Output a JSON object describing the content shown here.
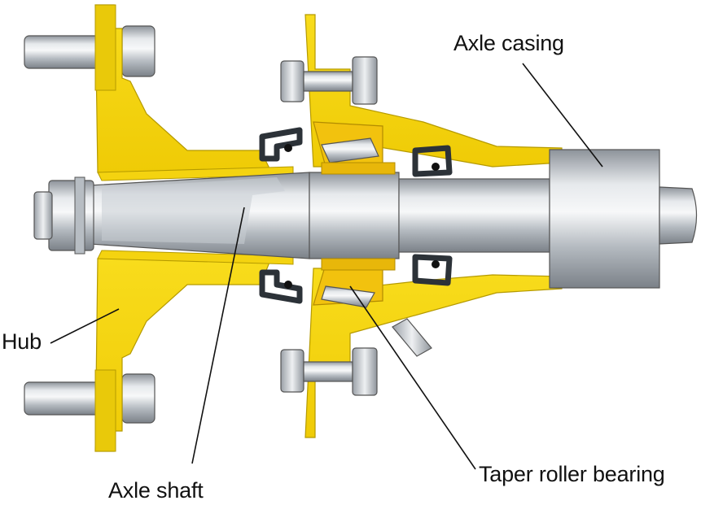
{
  "labels": {
    "axle_casing": "Axle casing",
    "hub": "Hub",
    "axle_shaft": "Axle shaft",
    "taper_roller_bearing": "Taper roller bearing"
  },
  "colors": {
    "hub_yellow": "#f6d70e",
    "hub_edge": "#c9a800",
    "bearing_yellow": "#f2c20e",
    "steel_light": "#dde1e5",
    "steel_dark": "#8a9097",
    "seal": "#2c3238",
    "outline": "#3a3a3a"
  }
}
